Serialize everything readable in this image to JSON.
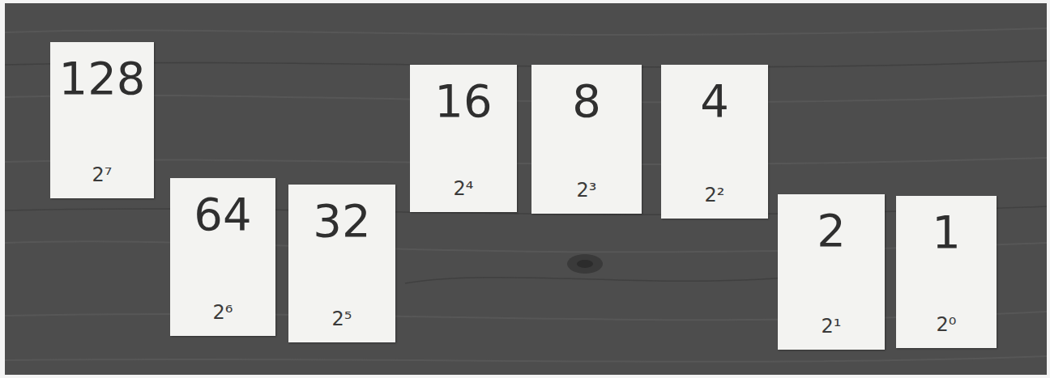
{
  "diagram": {
    "nodes": [
      {
        "text": [
          "128",
          "2⁷"
        ]
      },
      {
        "text": [
          "64",
          "2⁶"
        ]
      },
      {
        "text": [
          "32",
          "2⁵"
        ]
      },
      {
        "text": [
          "16",
          "2⁴"
        ]
      },
      {
        "text": [
          "8",
          "2³"
        ]
      },
      {
        "text": [
          "4",
          "2²"
        ]
      },
      {
        "text": [
          "2",
          "2¹"
        ]
      },
      {
        "text": [
          "1",
          "2⁰"
        ]
      }
    ]
  }
}
